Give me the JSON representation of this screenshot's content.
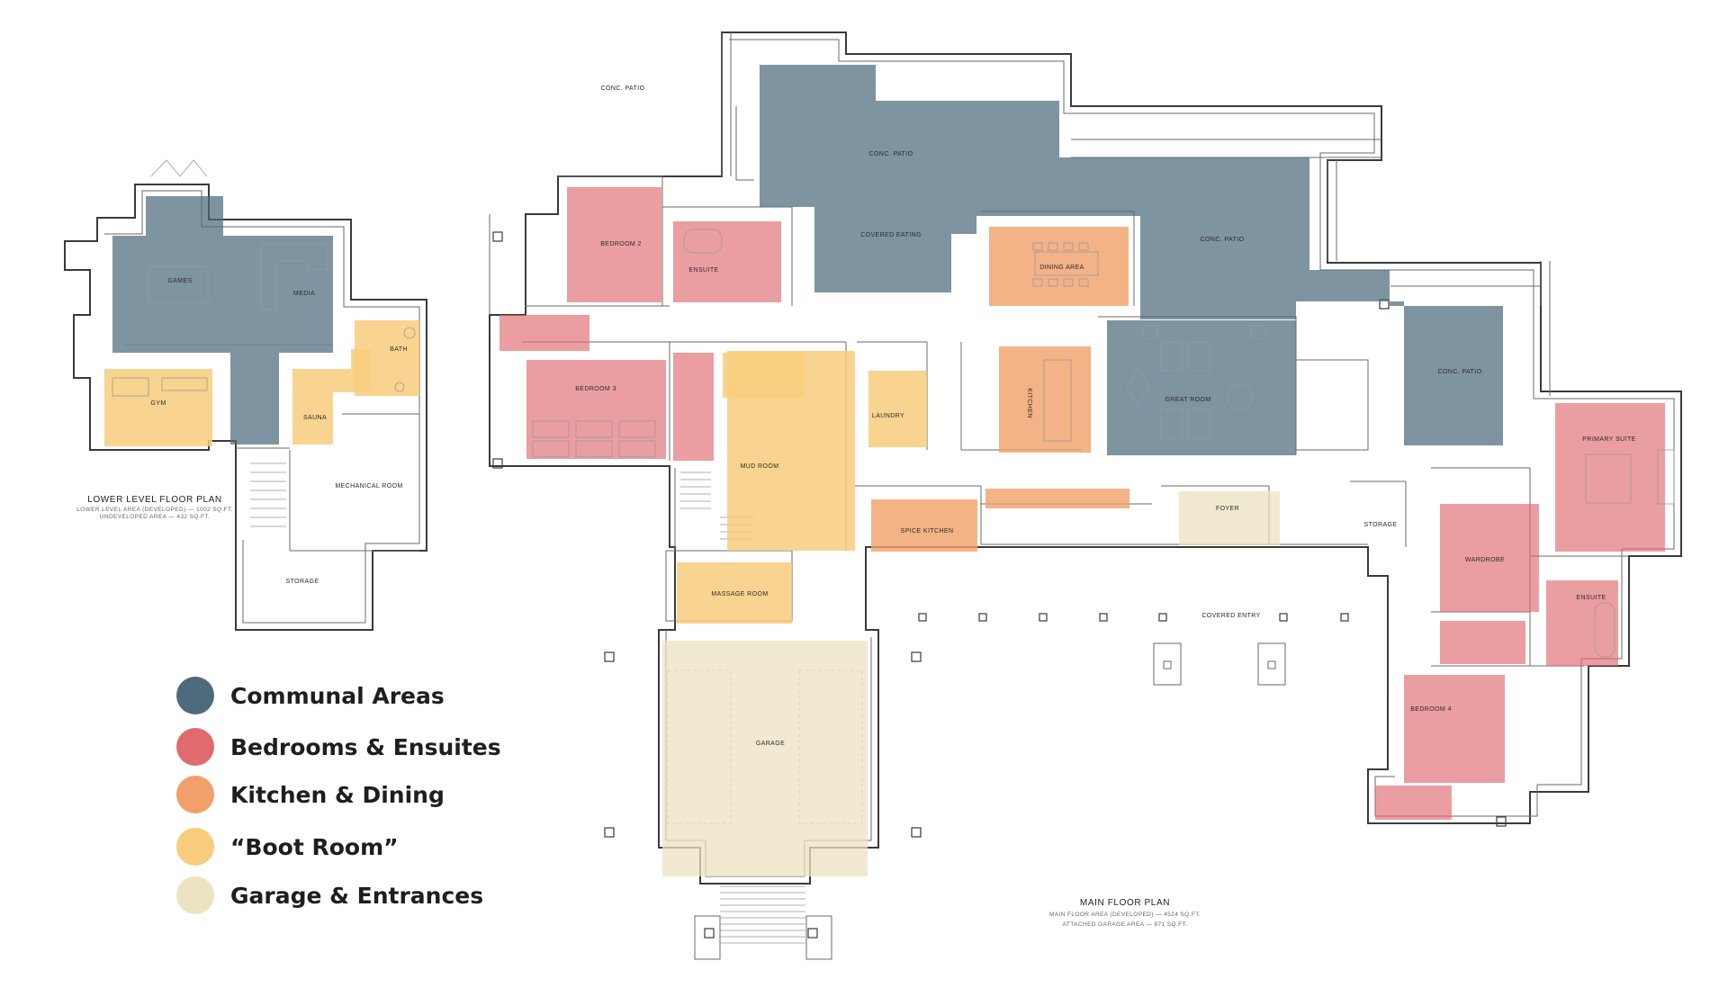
{
  "colors": {
    "communal": "#4e6b7d",
    "bedrooms": "#e06a6e",
    "kitchen": "#f0a068",
    "boot_room": "#f8cc7c",
    "garage": "#ece3c2"
  },
  "legend": [
    {
      "label": "Communal Areas",
      "color": "#4e6b7d"
    },
    {
      "label": "Bedrooms & Ensuites",
      "color": "#e06a6e"
    },
    {
      "label": "Kitchen & Dining",
      "color": "#f0a068"
    },
    {
      "label": "“Boot Room”",
      "color": "#f8cc7c"
    },
    {
      "label": "Garage & Entrances",
      "color": "#ece3c2"
    }
  ],
  "lower_level": {
    "title": "LOWER LEVEL FLOOR PLAN",
    "area_developed": "LOWER LEVEL AREA (DEVELOPED) — 1002 SQ.FT.",
    "area_undeveloped": "UNDEVELOPED AREA — 432 SQ.FT.",
    "rooms": {
      "games": "GAMES",
      "media": "MEDIA",
      "gym": "GYM",
      "sauna": "SAUNA",
      "bath": "BATH",
      "mechanical": "MECHANICAL ROOM",
      "storage": "STORAGE"
    }
  },
  "main_floor": {
    "title": "MAIN FLOOR PLAN",
    "area_developed": "MAIN FLOOR AREA (DEVELOPED) — 4524 SQ.FT.",
    "area_garage": "ATTACHED GARAGE AREA — 871 SQ.FT.",
    "rooms": {
      "conc_patio_outer": "CONC. PATIO",
      "conc_patio_top": "CONC. PATIO",
      "conc_patio_mid": "CONC. PATIO",
      "conc_patio_right": "CONC. PATIO",
      "covered_eating": "COVERED EATING",
      "dining": "DINING AREA",
      "bedroom2": "BEDROOM 2",
      "ensuite2": "ENSUITE",
      "bedroom3": "BEDROOM 3",
      "mud_room": "MUD ROOM",
      "laundry": "LAUNDRY",
      "kitchen": "KITCHEN",
      "great_room": "GREAT ROOM",
      "primary_suite": "PRIMARY SUITE",
      "wardrobe": "WARDROBE",
      "ensuite_primary": "ENSUITE",
      "bedroom4": "BEDROOM 4",
      "foyer": "FOYER",
      "storage": "STORAGE",
      "spice_kitchen": "SPICE KITCHEN",
      "massage": "MASSAGE ROOM",
      "garage": "GARAGE",
      "covered_entry": "COVERED ENTRY"
    }
  }
}
